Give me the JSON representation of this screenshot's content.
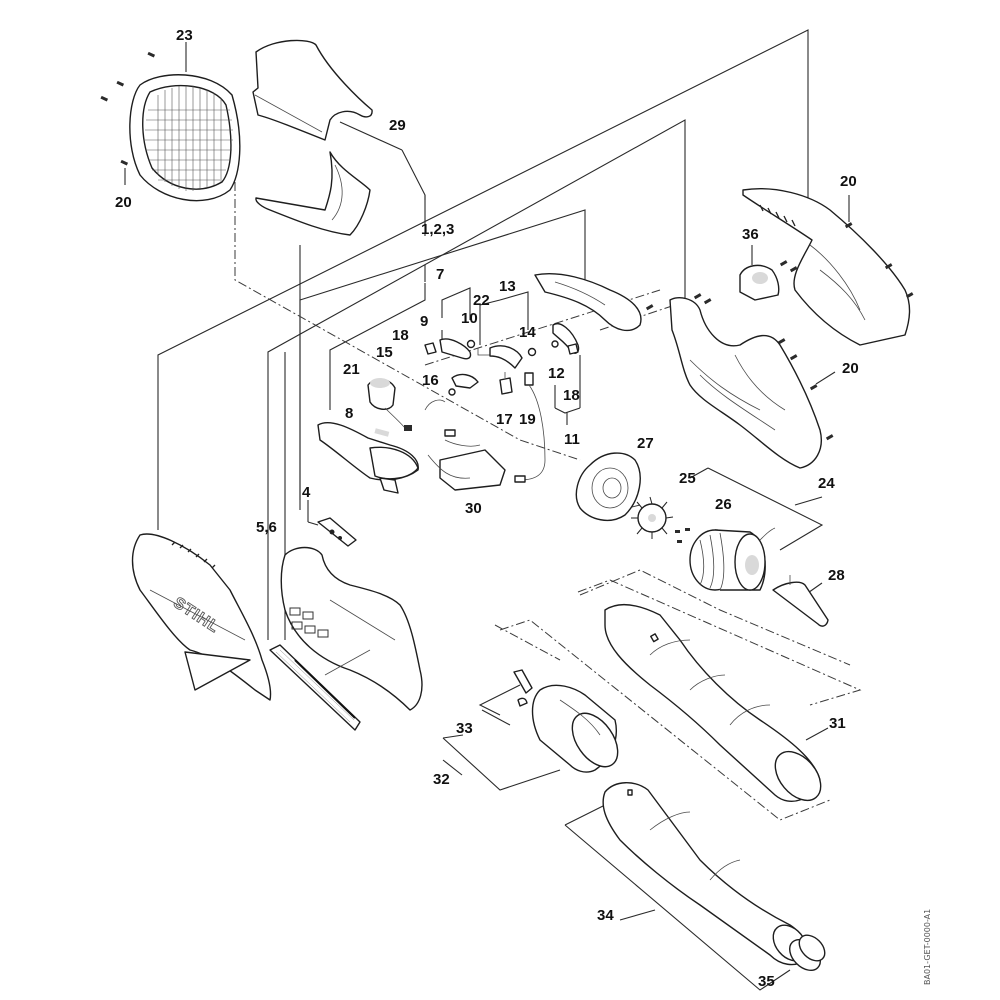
{
  "diagram": {
    "title": "Exploded parts diagram - cordless blower",
    "brand_logo": "STIHL",
    "drawing_code": "BA01-GET-0000-A1",
    "callouts": [
      {
        "id": "c23",
        "label": "23"
      },
      {
        "id": "c29",
        "label": "29"
      },
      {
        "id": "c20a",
        "label": "20"
      },
      {
        "id": "c123",
        "label": "1,2,3"
      },
      {
        "id": "c7",
        "label": "7"
      },
      {
        "id": "c9",
        "label": "9"
      },
      {
        "id": "c22",
        "label": "22"
      },
      {
        "id": "c10",
        "label": "10"
      },
      {
        "id": "c13",
        "label": "13"
      },
      {
        "id": "c14",
        "label": "14"
      },
      {
        "id": "c18a",
        "label": "18"
      },
      {
        "id": "c15",
        "label": "15"
      },
      {
        "id": "c16",
        "label": "16"
      },
      {
        "id": "c21",
        "label": "21"
      },
      {
        "id": "c12",
        "label": "12"
      },
      {
        "id": "c18b",
        "label": "18"
      },
      {
        "id": "c17",
        "label": "17"
      },
      {
        "id": "c19",
        "label": "19"
      },
      {
        "id": "c11",
        "label": "11"
      },
      {
        "id": "c8",
        "label": "8"
      },
      {
        "id": "c30",
        "label": "30"
      },
      {
        "id": "c20b",
        "label": "20"
      },
      {
        "id": "c36",
        "label": "36"
      },
      {
        "id": "c20c",
        "label": "20"
      },
      {
        "id": "c27",
        "label": "27"
      },
      {
        "id": "c25",
        "label": "25"
      },
      {
        "id": "c26",
        "label": "26"
      },
      {
        "id": "c24",
        "label": "24"
      },
      {
        "id": "c28",
        "label": "28"
      },
      {
        "id": "c4",
        "label": "4"
      },
      {
        "id": "c56",
        "label": "5,6"
      },
      {
        "id": "c33",
        "label": "33"
      },
      {
        "id": "c32",
        "label": "32"
      },
      {
        "id": "c31",
        "label": "31"
      },
      {
        "id": "c34",
        "label": "34"
      },
      {
        "id": "c35",
        "label": "35"
      }
    ]
  }
}
